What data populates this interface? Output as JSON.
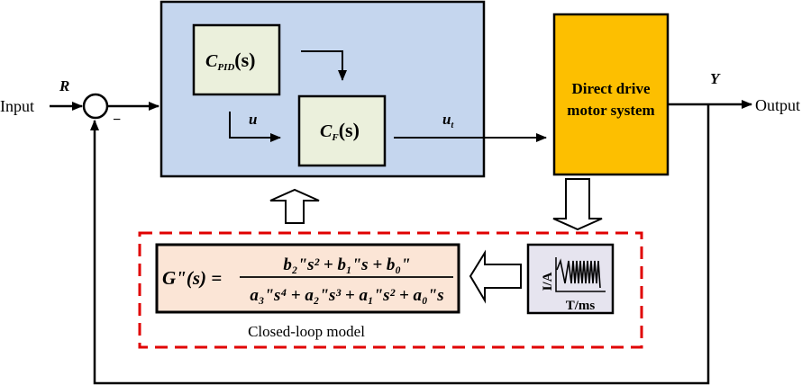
{
  "diagram": {
    "labels": {
      "input": "Input",
      "output": "Output",
      "reference": "R",
      "output_signal": "Y",
      "minus_sign": "−",
      "control_signal": "u",
      "control_signal_total": "u",
      "control_signal_total_sub": "t"
    },
    "controller_block": {
      "pid": {
        "name": "C",
        "sub": "PID",
        "arg": "(s)"
      },
      "filter": {
        "name": "C",
        "sub": "F",
        "arg": "(s)"
      }
    },
    "plant": {
      "line1": "Direct drive",
      "line2": "motor system"
    },
    "identification": {
      "plot_ylabel": "I/A",
      "plot_xlabel": "T/ms",
      "model_caption": "Closed-loop model",
      "model_lhs": "G\"(s) =",
      "numerator": "b₂\"s² + b₁\"s + b₀\"",
      "denominator": "a₃\"s⁴ + a₂\"s³ + a₁\"s² + a₀\"s"
    },
    "colors": {
      "controller_fill": "#c5d6ee",
      "sub_block_fill": "#ebf0dc",
      "plant_fill": "#fdbf00",
      "model_fill": "#fbe5d6",
      "plot_fill": "#e6e4ef",
      "dashed_border": "#e00000"
    }
  }
}
